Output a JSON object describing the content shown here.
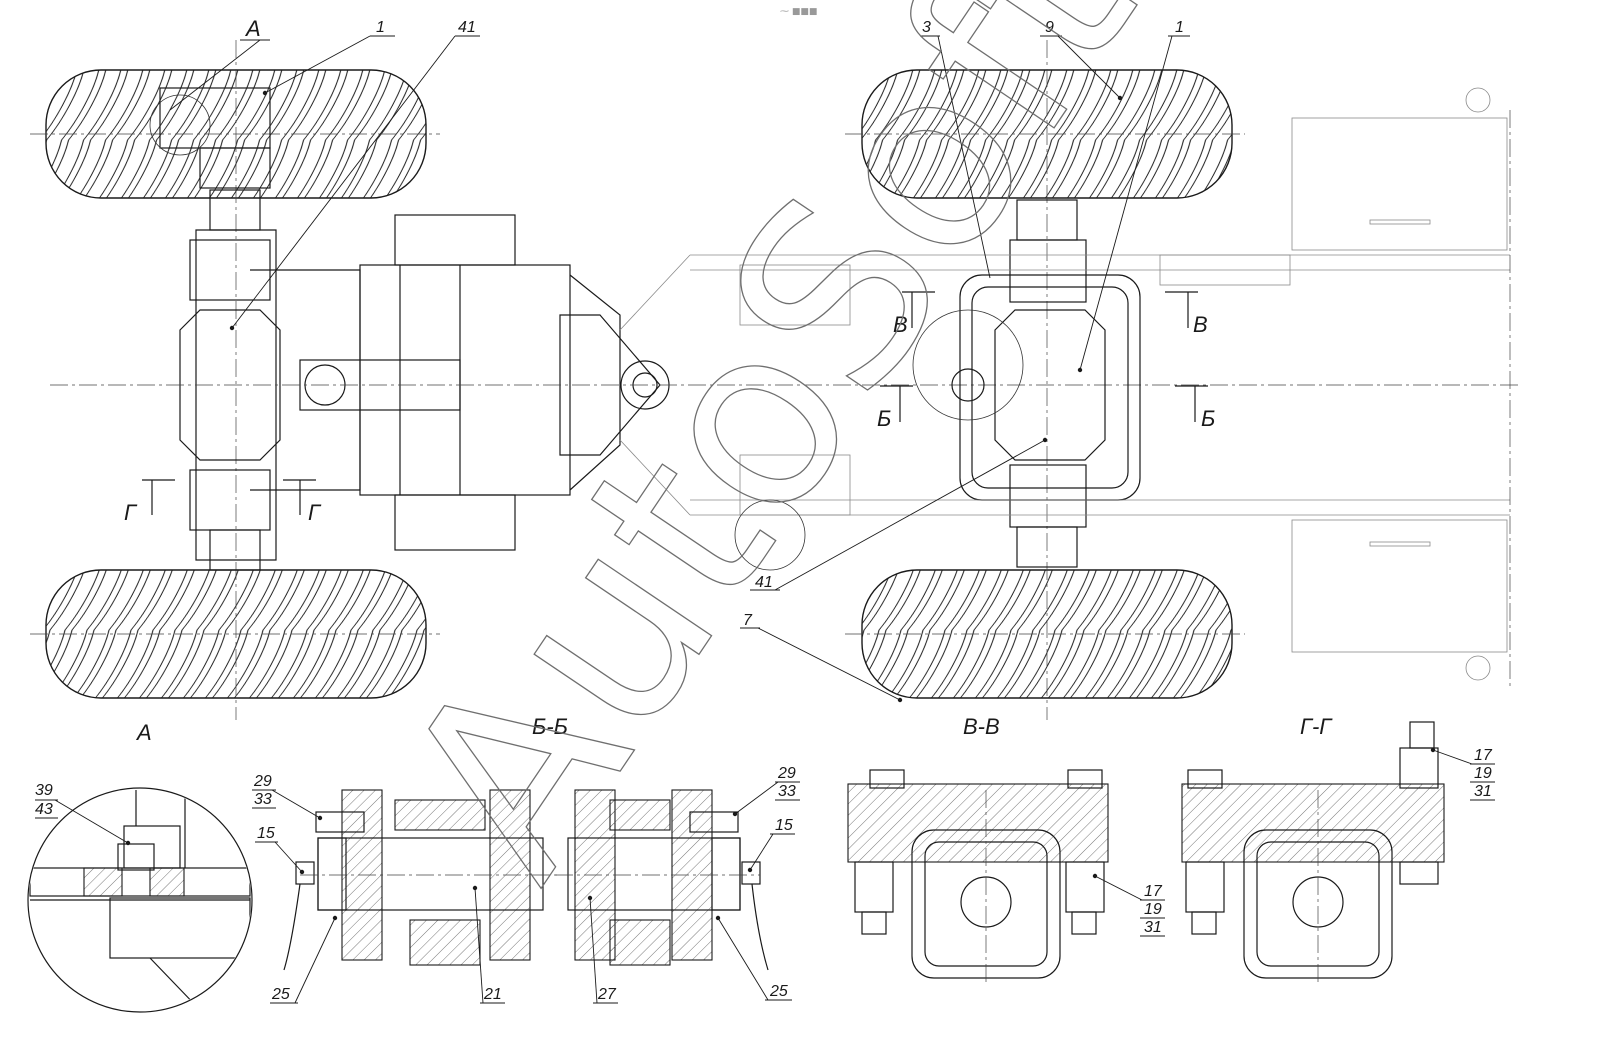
{
  "watermark": "AutoSoft",
  "top_mark": "⁓ ■■■",
  "views": {
    "a_title": "А",
    "bb_title": "Б-Б",
    "vv_title": "В-В",
    "gg_title": "Г-Г"
  },
  "section_marks": {
    "a_top": "А",
    "b": "Б",
    "v": "В",
    "g": "Г"
  },
  "callouts": {
    "top_1_left": "1",
    "top_41_left": "41",
    "top_3": "3",
    "top_9": "9",
    "top_1_right": "1",
    "mid_41": "41",
    "mid_7": "7",
    "a_39": "39",
    "a_43": "43",
    "bb_29": "29",
    "bb_33": "33",
    "bb_15": "15",
    "bb_25": "25",
    "bb_21": "21",
    "bb_27": "27",
    "bb_29_r": "29",
    "bb_33_r": "33",
    "bb_15_r": "15",
    "bb_25_r": "25",
    "vv_17": "17",
    "vv_19": "19",
    "vv_31": "31",
    "gg_17": "17",
    "gg_19": "19",
    "gg_31": "31"
  }
}
